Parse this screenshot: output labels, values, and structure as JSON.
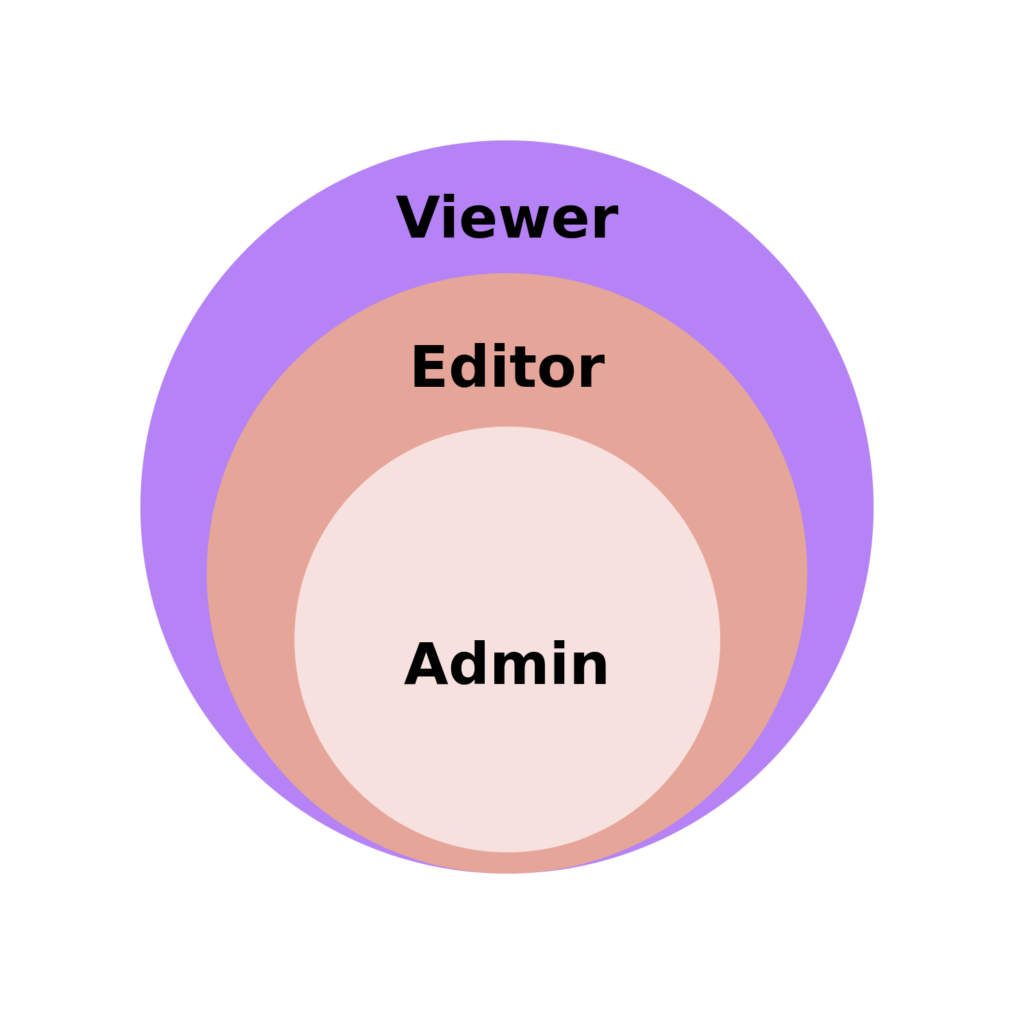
{
  "layers": [
    {
      "id": "viewer",
      "label": "Viewer",
      "color": "#b583f5"
    },
    {
      "id": "editor",
      "label": "Editor",
      "color": "#e6a599"
    },
    {
      "id": "admin",
      "label": "Admin",
      "color": "#f6e1df"
    }
  ],
  "text_color": "#000000",
  "background": "#ffffff"
}
